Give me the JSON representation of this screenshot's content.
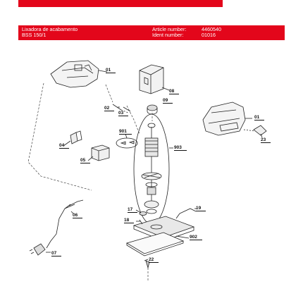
{
  "header": {
    "product_name": "Lixadora de acabamento",
    "model": "BSS 150/1",
    "article_label": "Article number:",
    "article_value": "4460540",
    "ident_label": "Ident number:",
    "ident_value": "01016"
  },
  "callouts": {
    "c01a": "01",
    "c01b": "01",
    "c02": "02",
    "c03": "03",
    "c04": "04",
    "c05": "05",
    "c06": "06",
    "c07": "07",
    "c08": "08",
    "c09": "09",
    "c17": "17",
    "c18": "18",
    "c19": "19",
    "c22": "22",
    "c23": "23",
    "c901": "901",
    "c902": "902",
    "c903": "903"
  },
  "colors": {
    "brand_red": "#e3061b"
  }
}
